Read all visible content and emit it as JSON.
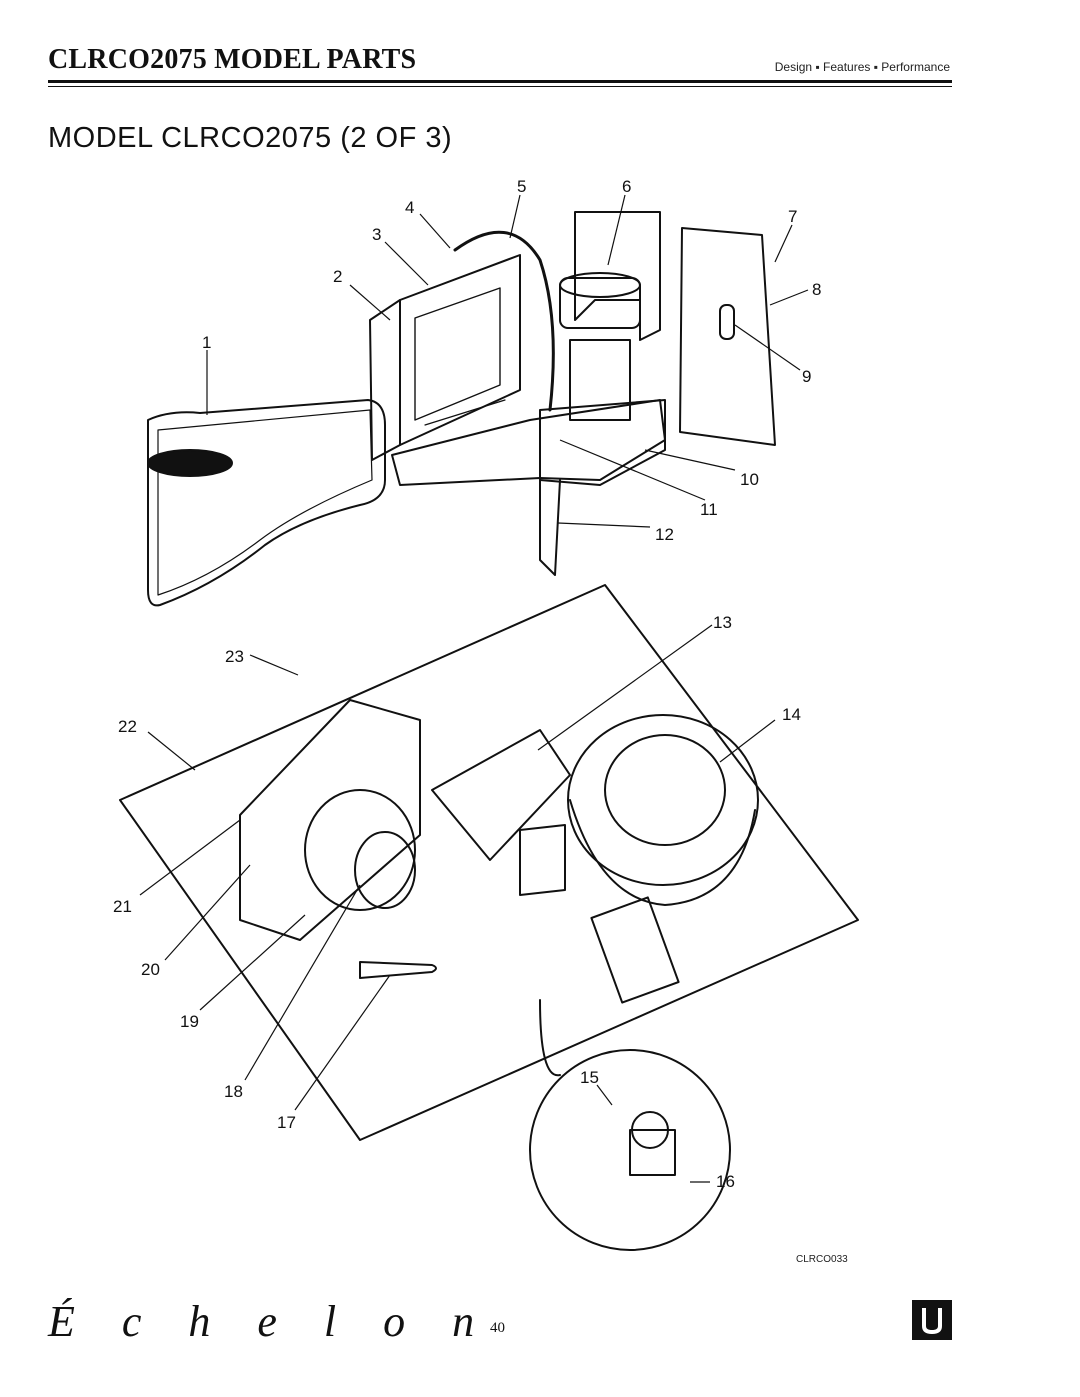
{
  "header": {
    "title": "CLRCO2075 MODEL PARTS",
    "tagline": "Design ▪ Features ▪ Performance"
  },
  "subtitle": "MODEL CLRCO2075 (2 OF 3)",
  "callouts": [
    "1",
    "2",
    "3",
    "4",
    "5",
    "6",
    "7",
    "8",
    "9",
    "10",
    "11",
    "12",
    "13",
    "14",
    "15",
    "16",
    "17",
    "18",
    "19",
    "20",
    "21",
    "22",
    "23"
  ],
  "drawing_code": "CLRCO033",
  "footer": {
    "brand": "É c h e l o n",
    "page_number": "40"
  }
}
